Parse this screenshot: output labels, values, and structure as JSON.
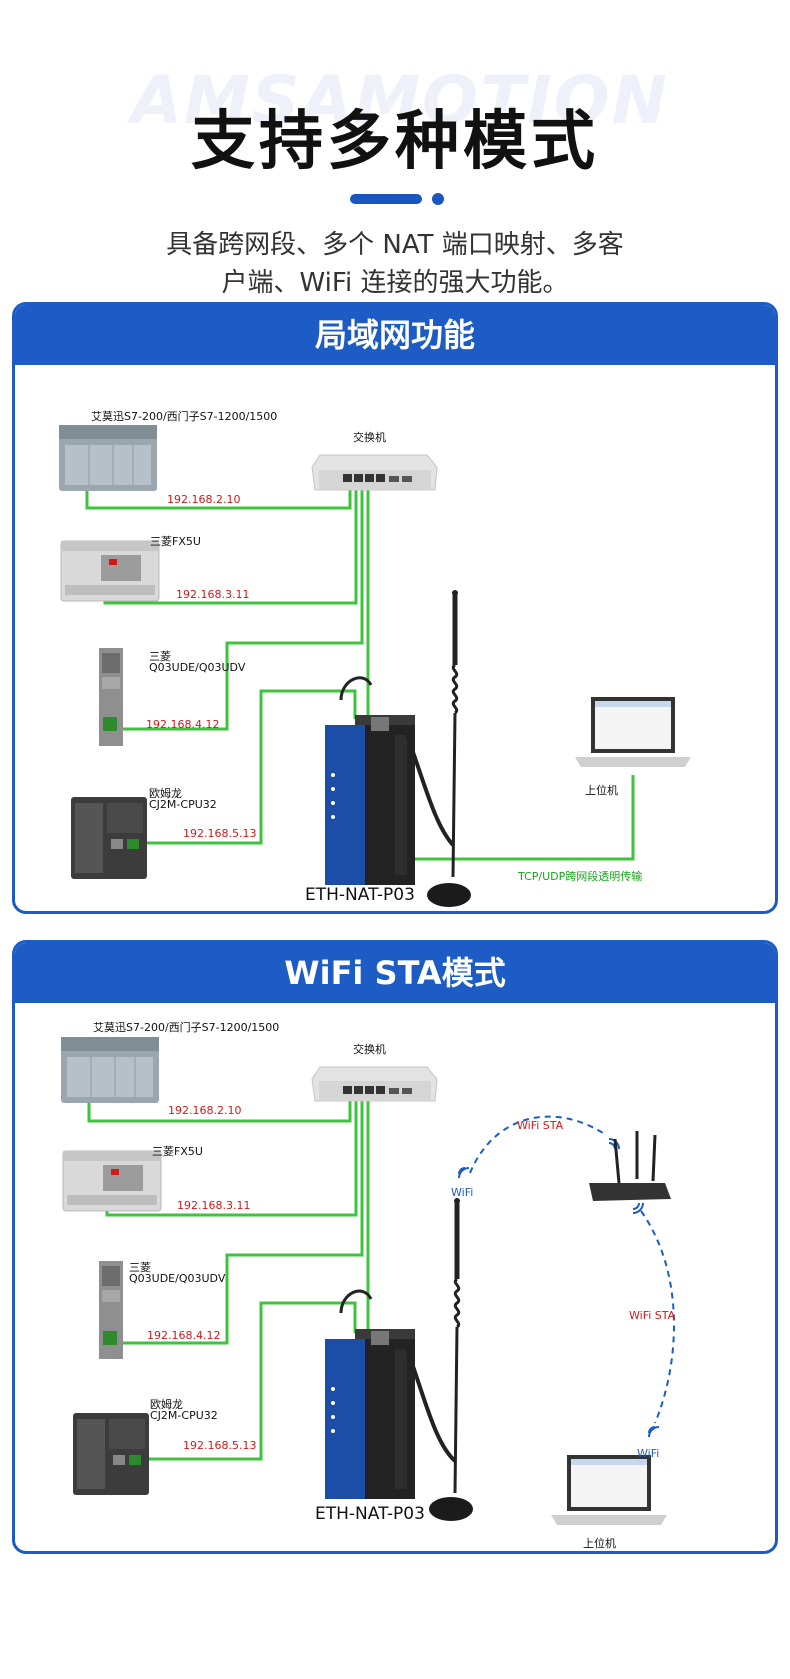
{
  "header": {
    "watermark": "AMSAMOTION",
    "title": "支持多种模式",
    "subtitle_line1": "具备跨网段、多个 NAT 端口映射、多客",
    "subtitle_line2": "户端、WiFi 连接的强大功能。"
  },
  "colors": {
    "accent": "#1c5cc4",
    "wire": "#3cc43c",
    "ip": "#d21818"
  },
  "panel1": {
    "title": "局域网功能",
    "switch_label": "交换机",
    "plc1_label": "艾莫迅S7-200/西门子S7-1200/1500",
    "plc1_ip": "192.168.2.10",
    "plc2_label": "三菱FX5U",
    "plc2_ip": "192.168.3.11",
    "plc3_label1": "三菱",
    "plc3_label2": "Q03UDE/Q03UDV",
    "plc3_ip": "192.168.4.12",
    "plc4_label1": "欧姆龙",
    "plc4_label2": "CJ2M-CPU32",
    "plc4_ip": "192.168.5.13",
    "host_label": "上位机",
    "link_label": "TCP/UDP跨网段透明传输",
    "device_name": "ETH-NAT-P03"
  },
  "panel2": {
    "title": "WiFi STA模式",
    "switch_label": "交换机",
    "plc1_label": "艾莫迅S7-200/西门子S7-1200/1500",
    "plc1_ip": "192.168.2.10",
    "plc2_label": "三菱FX5U",
    "plc2_ip": "192.168.3.11",
    "plc3_label1": "三菱",
    "plc3_label2": "Q03UDE/Q03UDV",
    "plc3_ip": "192.168.4.12",
    "plc4_label1": "欧姆龙",
    "plc4_label2": "CJ2M-CPU32",
    "plc4_ip": "192.168.5.13",
    "host_label": "上位机",
    "wifi_sta_1": "WiFi STA",
    "wifi_sta_2": "WiFi STA",
    "wifi_1": "WiFi",
    "wifi_2": "WiFi",
    "device_name": "ETH-NAT-P03"
  }
}
